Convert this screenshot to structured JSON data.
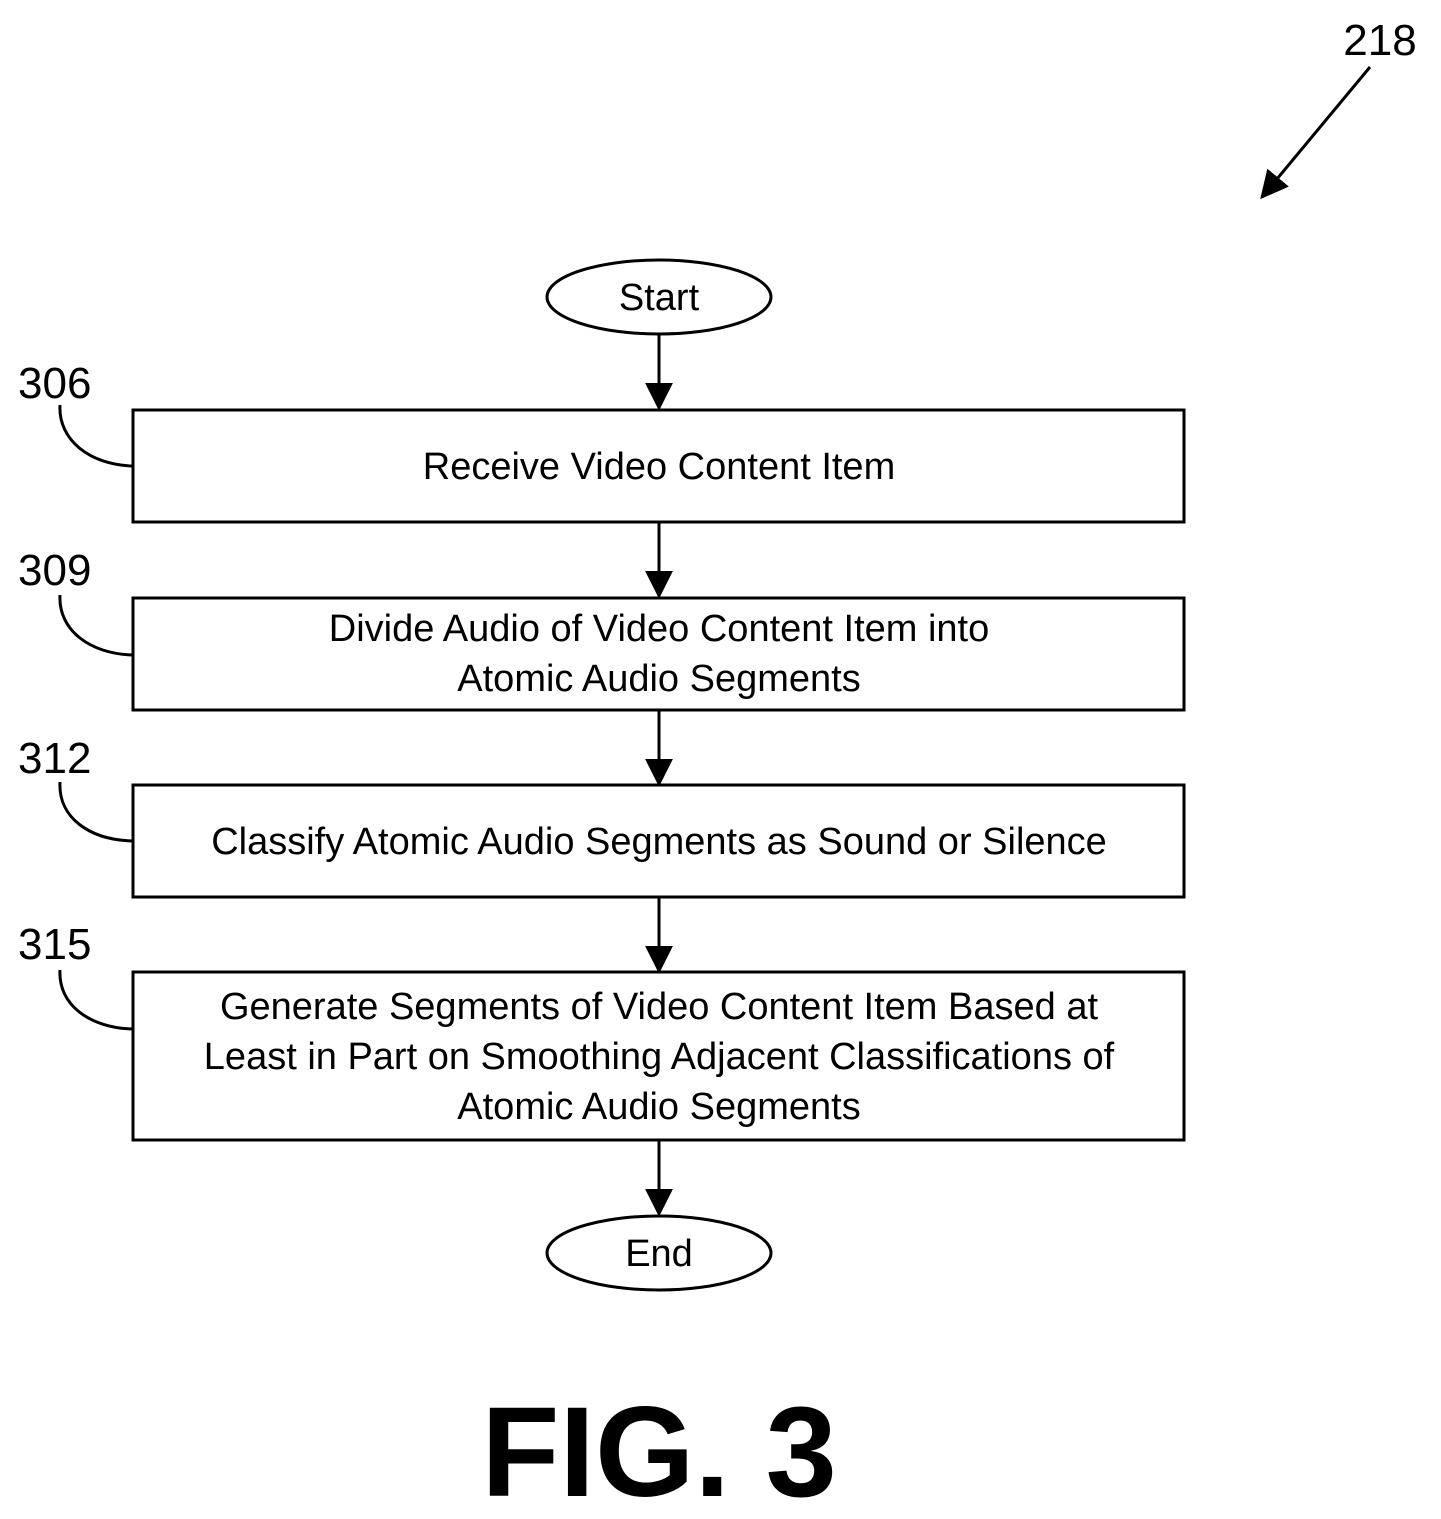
{
  "figure": {
    "ref": "218",
    "caption": "FIG. 3"
  },
  "terminals": {
    "start": "Start",
    "end": "End"
  },
  "steps": [
    {
      "ref": "306",
      "lines": [
        "Receive Video Content Item"
      ]
    },
    {
      "ref": "309",
      "lines": [
        "Divide Audio of Video Content Item into",
        "Atomic Audio Segments"
      ]
    },
    {
      "ref": "312",
      "lines": [
        "Classify Atomic Audio Segments as Sound or Silence"
      ]
    },
    {
      "ref": "315",
      "lines": [
        "Generate Segments of Video Content Item Based at",
        "Least in Part on Smoothing Adjacent Classifications of",
        "Atomic Audio Segments"
      ]
    }
  ]
}
